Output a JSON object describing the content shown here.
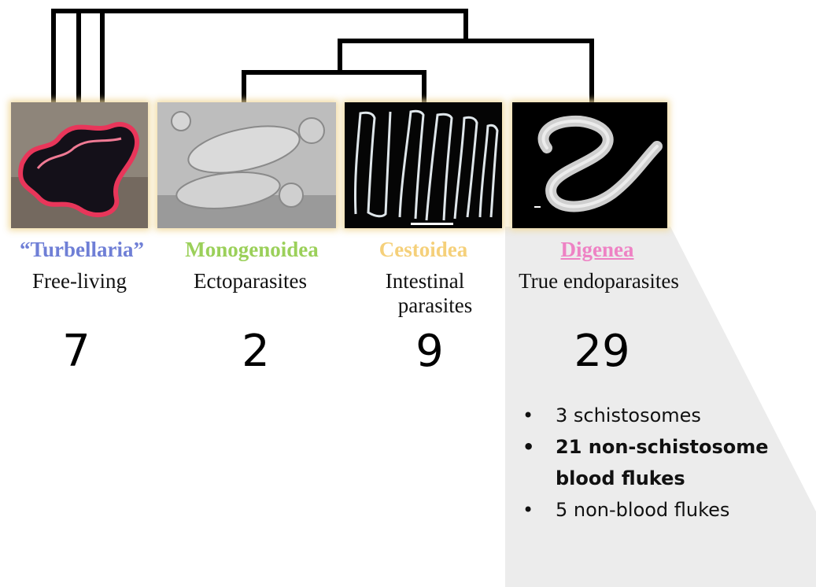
{
  "groups": [
    {
      "name": "“Turbellaria”",
      "lifestyle": "Free-living",
      "count": "7",
      "color": "#6f7fd6",
      "image": "flatworm-photo"
    },
    {
      "name": "Monogenoidea",
      "lifestyle": "Ectoparasites",
      "count": "2",
      "color": "#9bd05a",
      "image": "monogenean-micrograph"
    },
    {
      "name": "Cestoidea",
      "lifestyle": "Intestinal parasites",
      "lifestyle_lines": [
        "Intestinal",
        "parasites"
      ],
      "count": "9",
      "color": "#f5d07a",
      "image": "tapeworm-segments"
    },
    {
      "name": "Digenea",
      "lifestyle": "True endoparasites",
      "count": "29",
      "color": "#ee82c4",
      "image": "schistosome-micrograph"
    }
  ],
  "digenea_breakdown": [
    {
      "text": "3 schistosomes",
      "bold": false
    },
    {
      "text": "21 non-schistosome blood flukes",
      "bold": true
    },
    {
      "text": "5 non-blood flukes",
      "bold": false
    }
  ],
  "colors": {
    "tree": "#000000",
    "highlight_panel": "#ececec",
    "image_glow": "#f0d796"
  }
}
